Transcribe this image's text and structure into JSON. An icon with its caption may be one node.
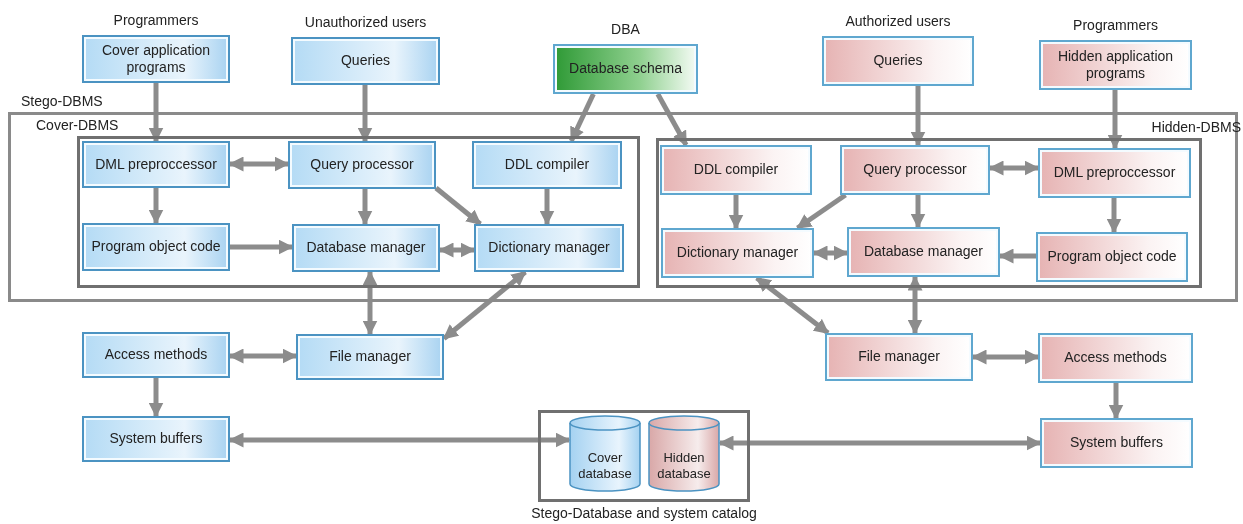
{
  "diagram": {
    "nodes": [
      {
        "text": [
          "Cover application programs"
        ],
        "beside": [
          "Programmers"
        ]
      },
      {
        "text": [
          "Queries"
        ],
        "beside": [
          "Unauthorized users"
        ]
      },
      {
        "text": [
          "Database schema"
        ],
        "beside": [
          "DBA"
        ]
      },
      {
        "text": [
          "Queries"
        ],
        "beside": [
          "Authorized users"
        ]
      },
      {
        "text": [
          "Hidden application programs"
        ],
        "beside": [
          "Programmers"
        ]
      },
      {
        "text": [
          "Stego-DBMS"
        ]
      },
      {
        "text": [
          "Cover-DBMS"
        ],
        "in": 5
      },
      {
        "text": [
          "DML preproccessor"
        ],
        "in": 6
      },
      {
        "text": [
          "Query processor"
        ],
        "in": 6
      },
      {
        "text": [
          "DDL compiler"
        ],
        "in": 6
      },
      {
        "text": [
          "Program object code"
        ],
        "in": 6
      },
      {
        "text": [
          "Database manager"
        ],
        "in": 6
      },
      {
        "text": [
          "Dictionary manager"
        ],
        "in": 6
      },
      {
        "text": [
          "Hidden-DBMS"
        ],
        "in": 5
      },
      {
        "text": [
          "DDL compiler"
        ],
        "in": 13
      },
      {
        "text": [
          "Query processor"
        ],
        "in": 13
      },
      {
        "text": [
          "DML preproccessor"
        ],
        "in": 13
      },
      {
        "text": [
          "Dictionary manager"
        ],
        "in": 13
      },
      {
        "text": [
          "Database manager"
        ],
        "in": 13
      },
      {
        "text": [
          "Program object code"
        ],
        "in": 13
      },
      {
        "text": [
          "Access methods"
        ]
      },
      {
        "text": [
          "File manager"
        ]
      },
      {
        "text": [
          "System buffers"
        ]
      },
      {
        "text": [
          "Stego-Database and system catalog"
        ]
      },
      {
        "text": [
          "Cover database"
        ],
        "in": 23
      },
      {
        "text": [
          "Hidden database"
        ],
        "in": 23
      },
      {
        "text": [
          "File manager"
        ]
      },
      {
        "text": [
          "Access methods"
        ]
      },
      {
        "text": [
          "System buffers"
        ]
      }
    ],
    "edges": [
      {
        "from": 0,
        "to": 7,
        "arrow": "to"
      },
      {
        "from": 1,
        "to": 8,
        "arrow": "to"
      },
      {
        "from": 2,
        "to": 9,
        "arrow": "to"
      },
      {
        "from": 2,
        "to": 14,
        "arrow": "to"
      },
      {
        "from": 3,
        "to": 15,
        "arrow": "to"
      },
      {
        "from": 4,
        "to": 16,
        "arrow": "to"
      },
      {
        "from": 7,
        "to": 8,
        "arrow": "both"
      },
      {
        "from": 7,
        "to": 10,
        "arrow": "to"
      },
      {
        "from": 8,
        "to": 11,
        "arrow": "to"
      },
      {
        "from": 8,
        "to": 12,
        "arrow": "to"
      },
      {
        "from": 9,
        "to": 12,
        "arrow": "to"
      },
      {
        "from": 10,
        "to": 11,
        "arrow": "to"
      },
      {
        "from": 11,
        "to": 12,
        "arrow": "both"
      },
      {
        "from": 11,
        "to": 21,
        "arrow": "both"
      },
      {
        "from": 21,
        "to": 12,
        "arrow": "both"
      },
      {
        "from": 20,
        "to": 21,
        "arrow": "both"
      },
      {
        "from": 20,
        "to": 22,
        "arrow": "to"
      },
      {
        "from": 22,
        "to": 24,
        "arrow": "both"
      },
      {
        "from": 15,
        "to": 16,
        "arrow": "both"
      },
      {
        "from": 14,
        "to": 17,
        "arrow": "to"
      },
      {
        "from": 15,
        "to": 17,
        "arrow": "to"
      },
      {
        "from": 15,
        "to": 18,
        "arrow": "to"
      },
      {
        "from": 16,
        "to": 19,
        "arrow": "to"
      },
      {
        "from": 19,
        "to": 18,
        "arrow": "to"
      },
      {
        "from": 17,
        "to": 18,
        "arrow": "both"
      },
      {
        "from": 18,
        "to": 26,
        "arrow": "both"
      },
      {
        "from": 17,
        "to": 26,
        "arrow": "both"
      },
      {
        "from": 26,
        "to": 27,
        "arrow": "both"
      },
      {
        "from": 27,
        "to": 28,
        "arrow": "to"
      },
      {
        "from": 25,
        "to": 28,
        "arrow": "both"
      }
    ]
  }
}
